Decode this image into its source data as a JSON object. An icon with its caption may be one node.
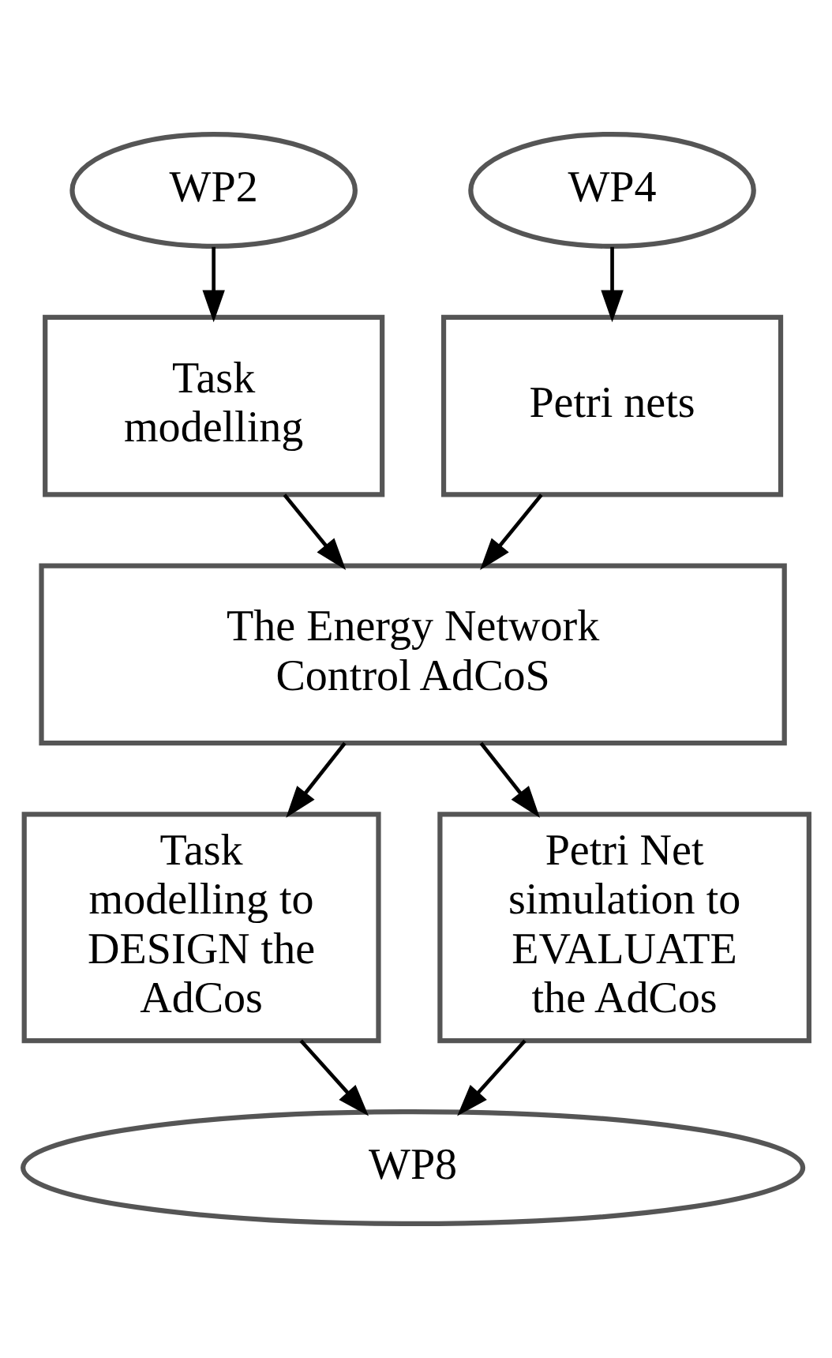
{
  "diagram": {
    "nodes": [
      {
        "text": [
          "WP2"
        ]
      },
      {
        "text": [
          "WP4"
        ]
      },
      {
        "text": [
          "Task modelling"
        ]
      },
      {
        "text": [
          "Petri nets"
        ]
      },
      {
        "text": [
          "The Energy Network Control AdCoS"
        ]
      },
      {
        "text": [
          "Task modelling to DESIGN the AdCos"
        ]
      },
      {
        "text": [
          "Petri Net simulation to EVALUATE the AdCos"
        ]
      },
      {
        "text": [
          "WP8"
        ]
      }
    ],
    "edges": [
      {
        "from": 0,
        "to": 2,
        "arrow": "to"
      },
      {
        "from": 1,
        "to": 3,
        "arrow": "to"
      },
      {
        "from": 2,
        "to": 4,
        "arrow": "to"
      },
      {
        "from": 3,
        "to": 4,
        "arrow": "to"
      },
      {
        "from": 4,
        "to": 5,
        "arrow": "to"
      },
      {
        "from": 4,
        "to": 6,
        "arrow": "to"
      },
      {
        "from": 5,
        "to": 7,
        "arrow": "to"
      },
      {
        "from": 6,
        "to": 7,
        "arrow": "to"
      }
    ]
  }
}
